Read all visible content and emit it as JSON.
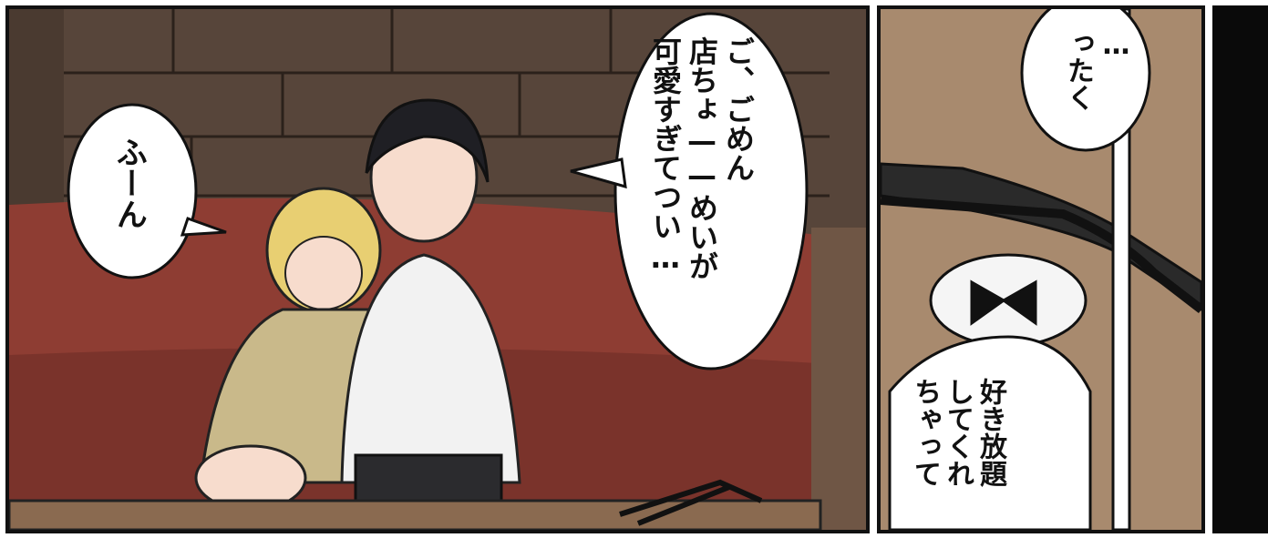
{
  "panels": {
    "left": {
      "bubble_girl": "ふーん",
      "bubble_boy": "ご、ごめん\n店ちょ——めいが\n可愛すぎてつい…"
    },
    "middle": {
      "bubble_top": "…\nったく",
      "bubble_bottom": "好き放題\nしてくれ\nちゃって"
    },
    "right": {}
  },
  "colors": {
    "sofa": "#8e3d33",
    "wall": "#5a4638",
    "table": "#8a6a50",
    "middle_bg": "#a88a6e",
    "ink": "#111111"
  }
}
